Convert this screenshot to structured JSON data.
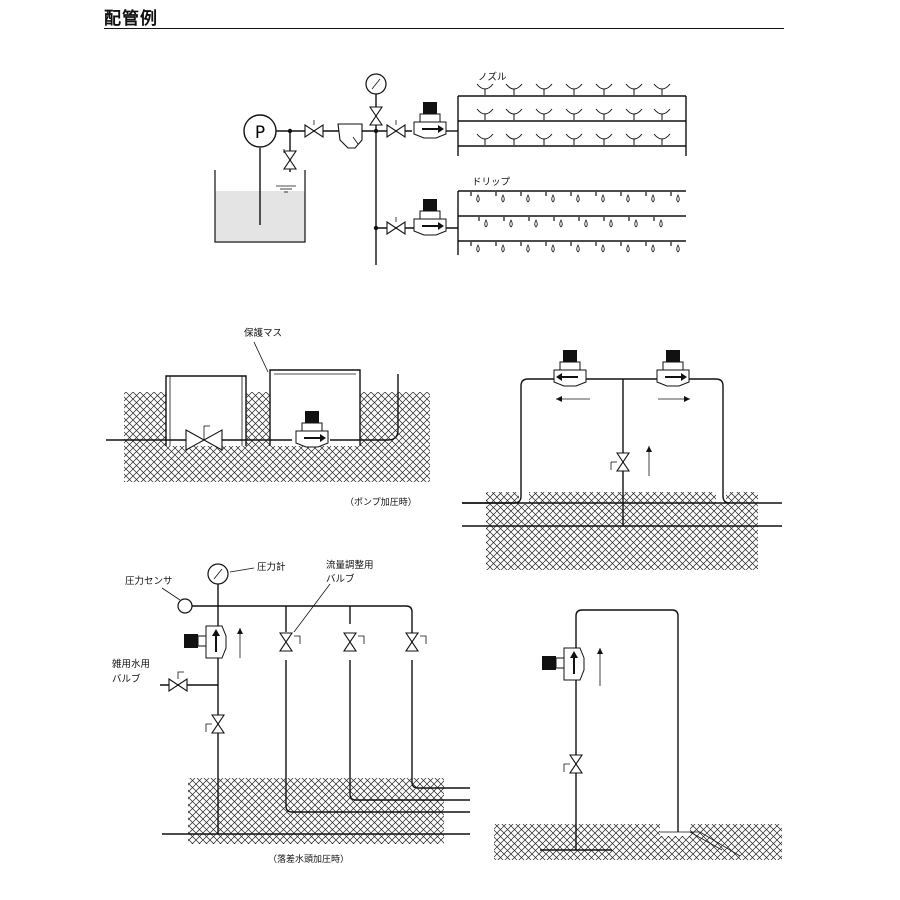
{
  "page": {
    "title": "配管例"
  },
  "diagram1": {
    "pump_symbol": "P",
    "nozzle_label": "ノズル",
    "drip_label": "ドリップ",
    "icons": [
      "pump-icon",
      "pressure-gauge-icon",
      "gate-valve-icon",
      "strainer-icon",
      "solenoid-valve-icon",
      "nozzle-icon",
      "drip-emitter-icon",
      "water-tank-icon"
    ]
  },
  "diagram2": {
    "protect_label": "保護マス",
    "caption": "（ポンプ加圧時）"
  },
  "diagram4": {
    "pressure_sensor_label": "圧力センサ",
    "pressure_gauge_label": "圧力計",
    "flow_valve_label_line1": "流量調整用",
    "flow_valve_label_line2": "バルブ",
    "misc_valve_label_line1": "雑用水用",
    "misc_valve_label_line2": "バルブ",
    "caption": "（落差水頭加圧時）"
  },
  "colors": {
    "line": "#111111",
    "water": "#e4e4e4",
    "ground_hatch": "#222222",
    "background": "#ffffff"
  }
}
